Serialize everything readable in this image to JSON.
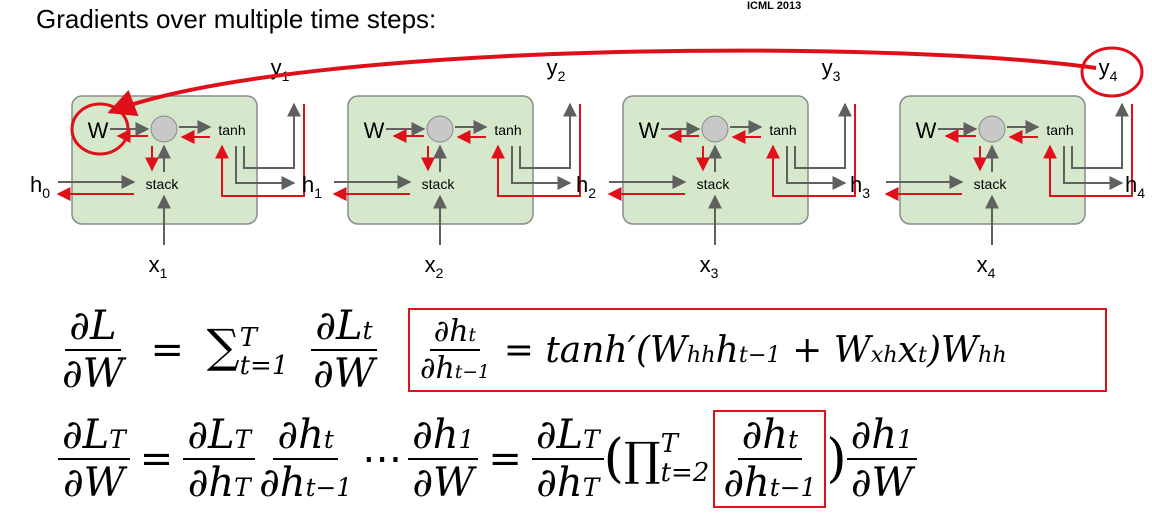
{
  "header": {
    "title": "Gradients over multiple time steps:",
    "reference": "ICML 2013"
  },
  "cell": {
    "w_label": "W",
    "tanh_label": "tanh",
    "stack_label": "stack"
  },
  "hidden_states": [
    {
      "base": "h",
      "sub": "0"
    },
    {
      "base": "h",
      "sub": "1"
    },
    {
      "base": "h",
      "sub": "2"
    },
    {
      "base": "h",
      "sub": "3"
    },
    {
      "base": "h",
      "sub": "4"
    }
  ],
  "inputs": [
    {
      "base": "x",
      "sub": "1"
    },
    {
      "base": "x",
      "sub": "2"
    },
    {
      "base": "x",
      "sub": "3"
    },
    {
      "base": "x",
      "sub": "4"
    }
  ],
  "outputs": [
    {
      "base": "y",
      "sub": "1"
    },
    {
      "base": "y",
      "sub": "2"
    },
    {
      "base": "y",
      "sub": "3"
    },
    {
      "base": "y",
      "sub": "4"
    }
  ],
  "colors": {
    "cell_fill": "#d6e8cc",
    "cell_stroke": "#8a8a8a",
    "forward": "#606060",
    "backward": "#e0101a",
    "node": "#c8c8c8"
  },
  "equations": {
    "eq1_lhs_num": "∂L",
    "eq1_lhs_den": "∂W",
    "eq1_equals": "=",
    "eq1_sum": "∑",
    "eq1_sum_upper": "T",
    "eq1_sum_lower": "t=1",
    "eq1_rhs_num": "∂L",
    "eq1_rhs_num_sub": "t",
    "eq1_rhs_den": "∂W",
    "eq2_num": "∂h",
    "eq2_num_sub": "t",
    "eq2_den": "∂h",
    "eq2_den_sub": "t−1",
    "eq2_rhs": "= tanh′(W",
    "eq2_rhs_sub1": "hh",
    "eq2_rhs_mid1": "h",
    "eq2_rhs_sub2": "t−1",
    "eq2_rhs_mid2": " + W",
    "eq2_rhs_sub3": "xh",
    "eq2_rhs_mid3": "x",
    "eq2_rhs_sub4": "t",
    "eq2_rhs_mid4": ")W",
    "eq2_rhs_sub5": "hh",
    "eq3_lhs_num": "∂L",
    "eq3_lhs_num_sub": "T",
    "eq3_lhs_den": "∂W",
    "eq3_equals": "=",
    "eq3_f1_num": "∂L",
    "eq3_f1_num_sub": "T",
    "eq3_f1_den": "∂h",
    "eq3_f1_den_sub": "T",
    "eq3_f2_num": "∂h",
    "eq3_f2_num_sub": "t",
    "eq3_f2_den": "∂h",
    "eq3_f2_den_sub": "t−1",
    "eq3_dots": "⋯",
    "eq3_f3_num": "∂h",
    "eq3_f3_num_sub": "1",
    "eq3_f3_den": "∂W",
    "eq3_equals2": "=",
    "eq3_f4_num": "∂L",
    "eq3_f4_num_sub": "T",
    "eq3_f4_den": "∂h",
    "eq3_f4_den_sub": "T",
    "eq3_open": "(",
    "eq3_prod": "∏",
    "eq3_prod_upper": "T",
    "eq3_prod_lower": "t=2",
    "eq3_f5_num": "∂h",
    "eq3_f5_num_sub": "t",
    "eq3_f5_den": "∂h",
    "eq3_f5_den_sub": "t−1",
    "eq3_close": ")",
    "eq3_f6_num": "∂h",
    "eq3_f6_num_sub": "1",
    "eq3_f6_den": "∂W"
  }
}
